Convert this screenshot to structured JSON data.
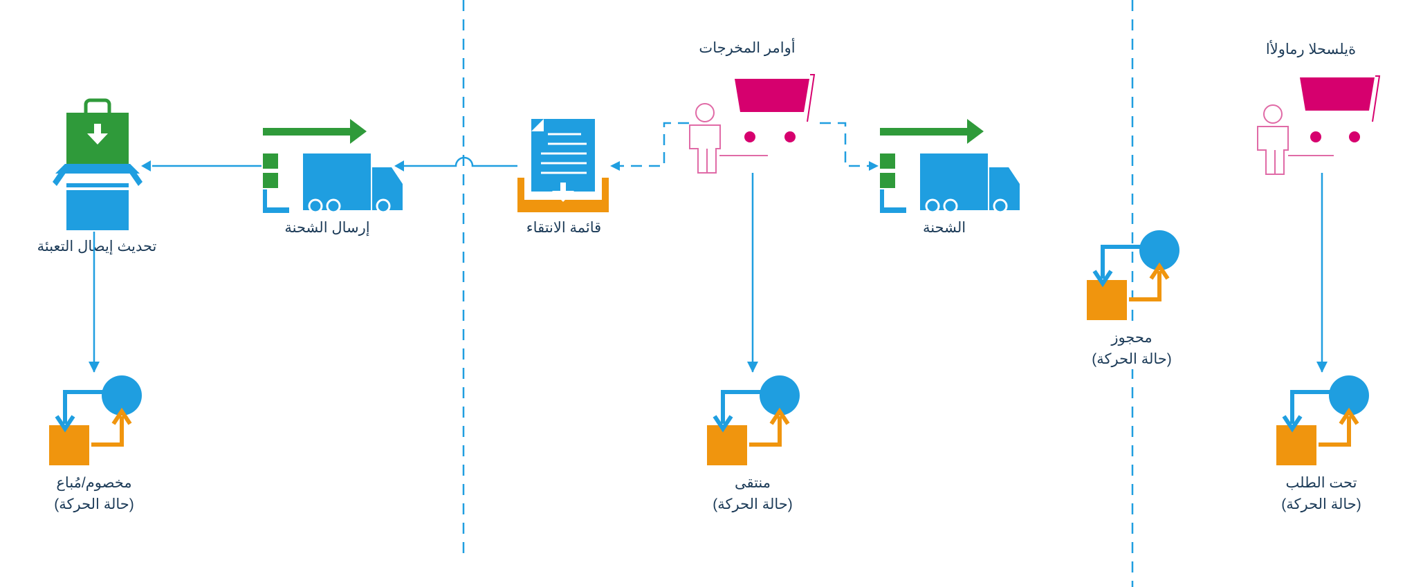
{
  "labels": {
    "output_orders": "أوامر المخرجات",
    "input_orders": "ةيلسحلا رماوﻷا",
    "shipment": "الشحنة",
    "pick_list": "قائمة الانتقاء",
    "ship_shipment": "إرسال الشحنة",
    "update_packing_slip": "تحديث إيصال التعبئة"
  },
  "statuses": {
    "on_order": {
      "name": "تحت الطلب",
      "kind": "(حالة الحركة)"
    },
    "reserved": {
      "name": "محجوز",
      "kind": "(حالة الحركة)"
    },
    "picked": {
      "name": "منتقى",
      "kind": "(حالة الحركة)"
    },
    "deducted_sold": {
      "name": "مخصوم/مُباع",
      "kind": "(حالة الحركة)"
    }
  },
  "colors": {
    "blue": "#1f9ee0",
    "orange": "#f0950e",
    "green": "#2f9a3a",
    "magenta": "#d6006e",
    "pink": "#e06aa6",
    "text": "#1b3a57"
  }
}
